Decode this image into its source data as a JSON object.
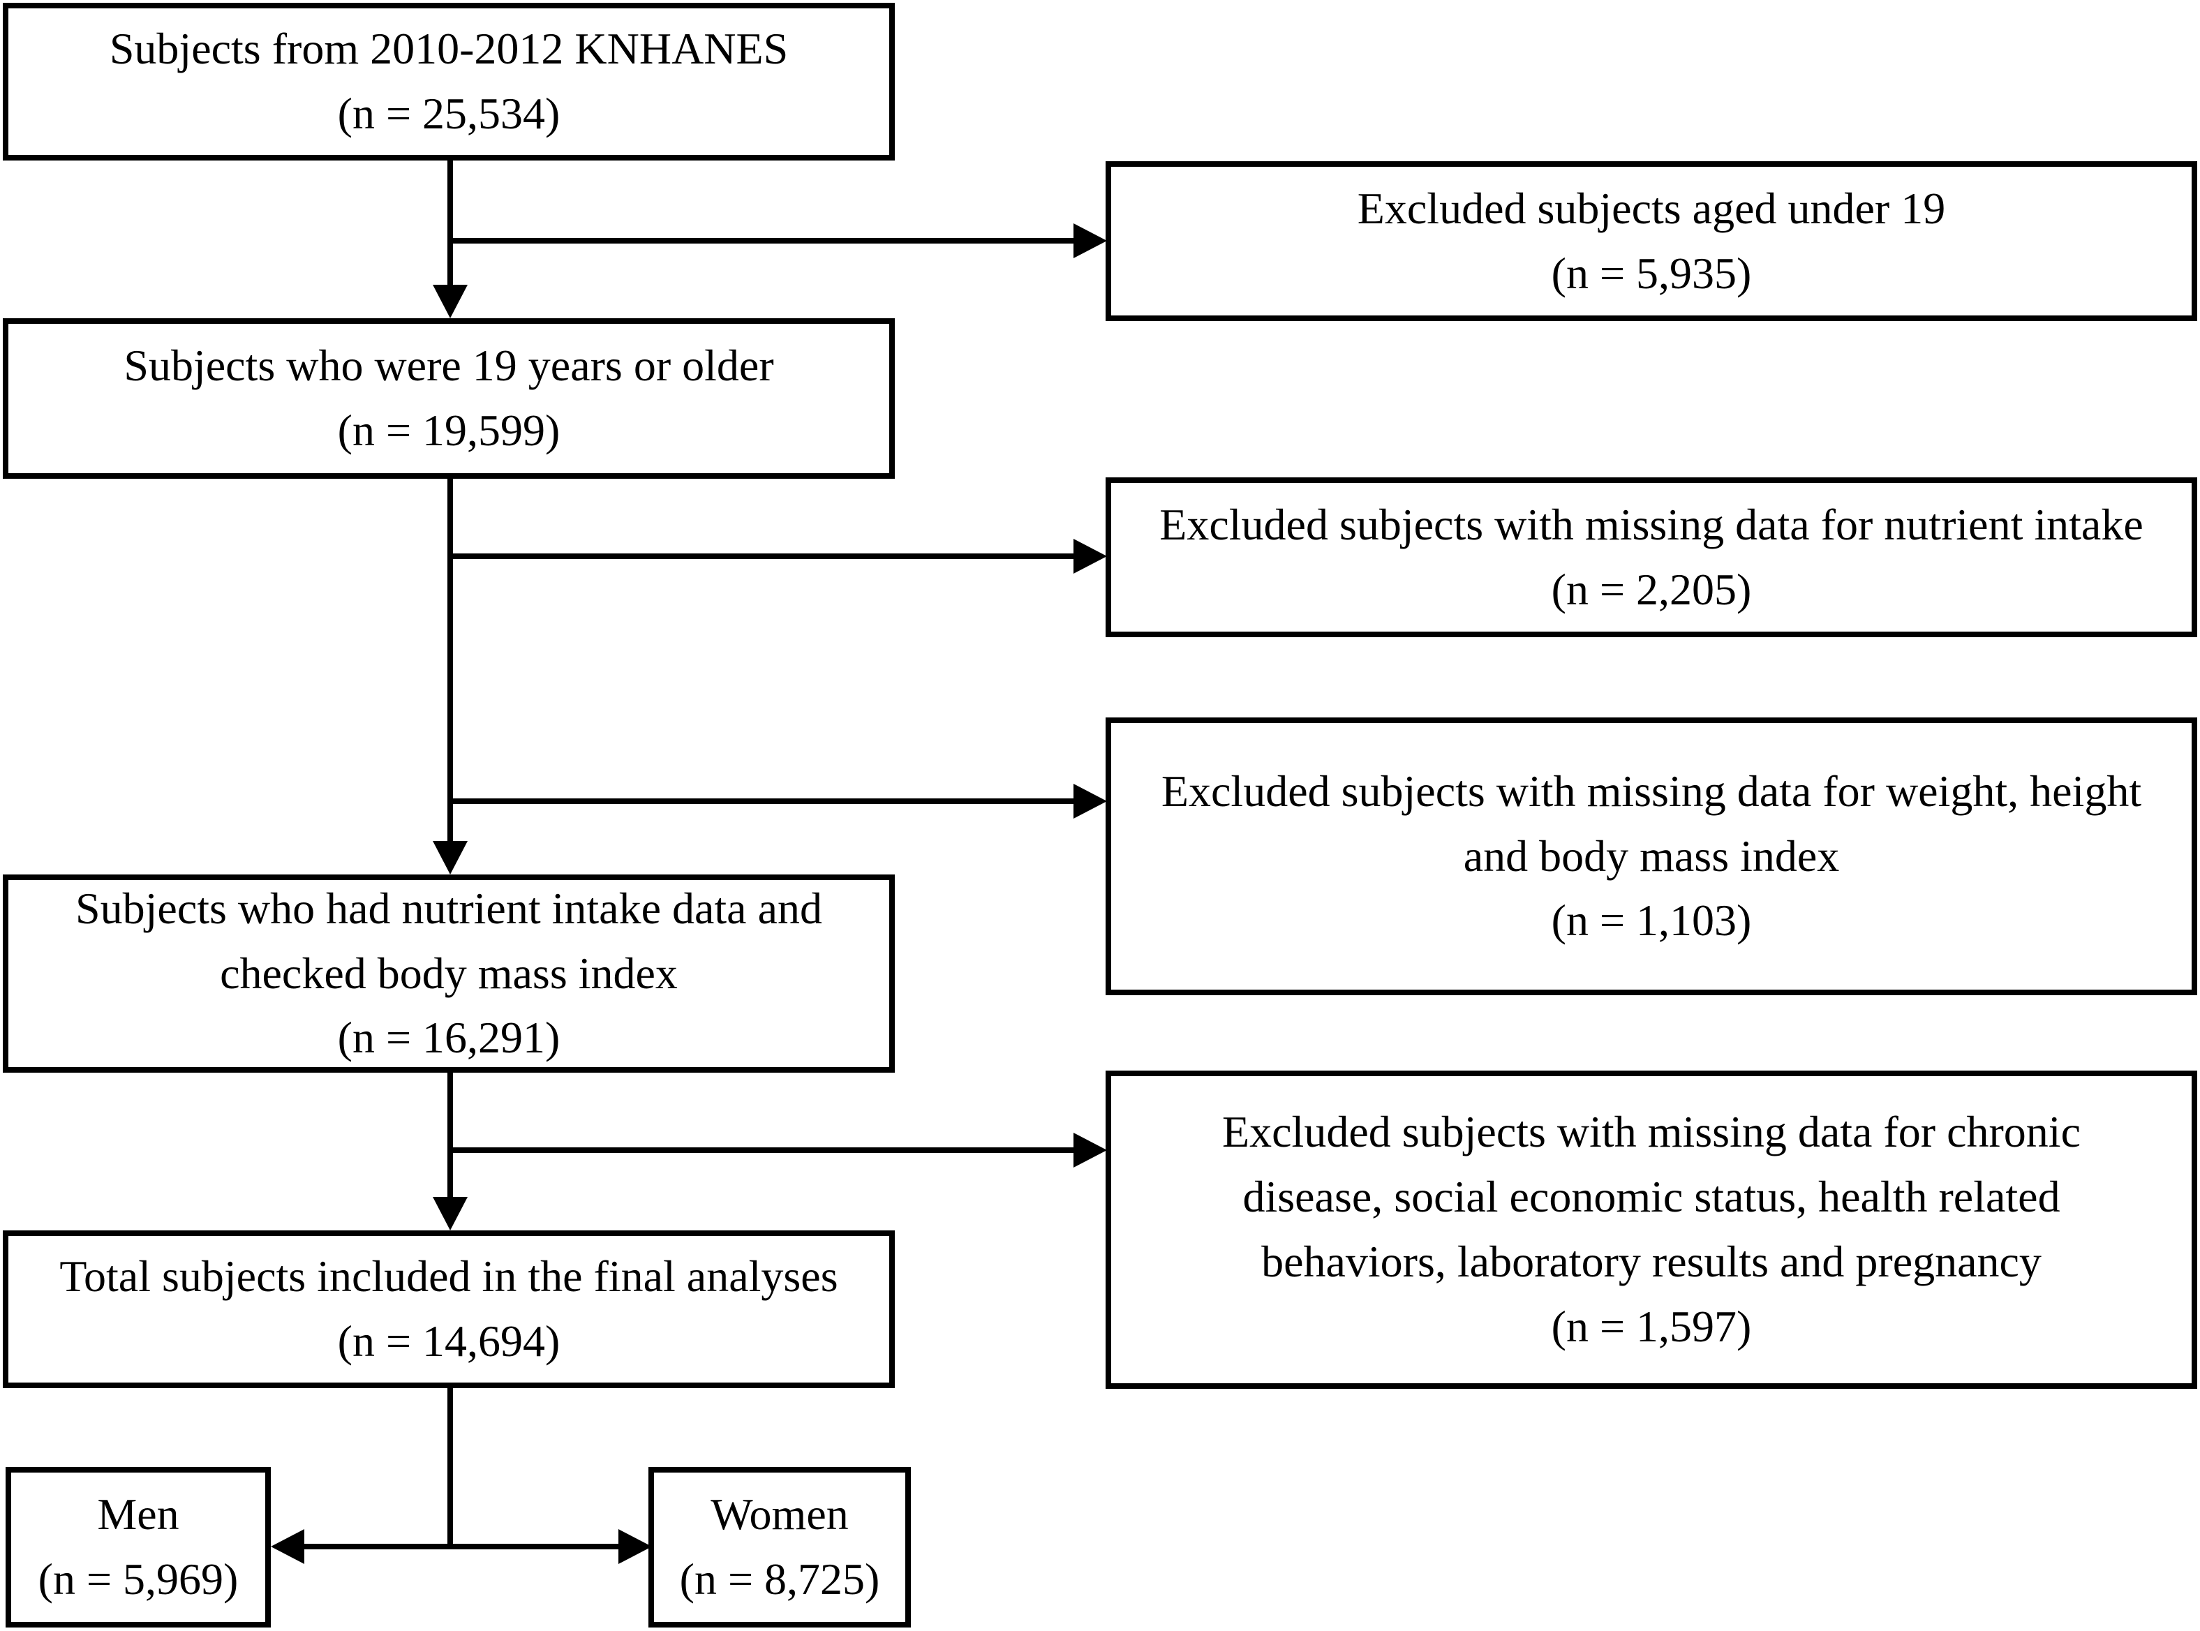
{
  "diagram": {
    "type": "flowchart",
    "colors": {
      "line": "#000000",
      "box_border": "#000000",
      "box_fill": "#ffffff",
      "background": "#ffffff",
      "text": "#000000"
    },
    "nodes": {
      "knhanes": {
        "lines": [
          "Subjects from 2010-2012 KNHANES",
          "(n = 25,534)"
        ],
        "n": 25534
      },
      "excluded_under19": {
        "lines": [
          "Excluded subjects aged under 19",
          "(n = 5,935)"
        ],
        "n": 5935
      },
      "age19": {
        "lines": [
          "Subjects who were 19 years or older",
          "(n = 19,599)"
        ],
        "n": 19599
      },
      "excluded_nutrient": {
        "lines": [
          "Excluded subjects with missing data for nutrient intake",
          "(n = 2,205)"
        ],
        "n": 2205
      },
      "excluded_weight": {
        "lines": [
          "Excluded subjects with missing data for weight, height",
          "and body mass index",
          "(n = 1,103)"
        ],
        "n": 1103
      },
      "nutrient_bmi": {
        "lines": [
          "Subjects who had nutrient intake data and",
          "checked body mass index",
          "(n = 16,291)"
        ],
        "n": 16291
      },
      "excluded_chronic": {
        "lines": [
          "Excluded subjects with missing data for chronic",
          "disease, social economic status, health related",
          "behaviors, laboratory results and pregnancy",
          "(n = 1,597)"
        ],
        "n": 1597
      },
      "total": {
        "lines": [
          "Total subjects included in the final analyses",
          "(n = 14,694)"
        ],
        "n": 14694
      },
      "men": {
        "lines": [
          "Men",
          "(n = 5,969)"
        ],
        "n": 5969
      },
      "women": {
        "lines": [
          "Women",
          "(n = 8,725)"
        ],
        "n": 8725
      }
    },
    "edges": [
      {
        "from": "knhanes",
        "to": "age19",
        "style": "arrow-down"
      },
      {
        "from": "knhanes",
        "to": "excluded_under19",
        "style": "arrow-right"
      },
      {
        "from": "age19",
        "to": "nutrient_bmi",
        "style": "arrow-down"
      },
      {
        "from": "age19",
        "to": "excluded_nutrient",
        "style": "arrow-right"
      },
      {
        "from": "age19",
        "to": "excluded_weight",
        "style": "arrow-right"
      },
      {
        "from": "nutrient_bmi",
        "to": "total",
        "style": "arrow-down"
      },
      {
        "from": "nutrient_bmi",
        "to": "excluded_chronic",
        "style": "arrow-right"
      },
      {
        "from": "total",
        "to": "men",
        "style": "arrow-left"
      },
      {
        "from": "total",
        "to": "women",
        "style": "arrow-right"
      }
    ]
  }
}
